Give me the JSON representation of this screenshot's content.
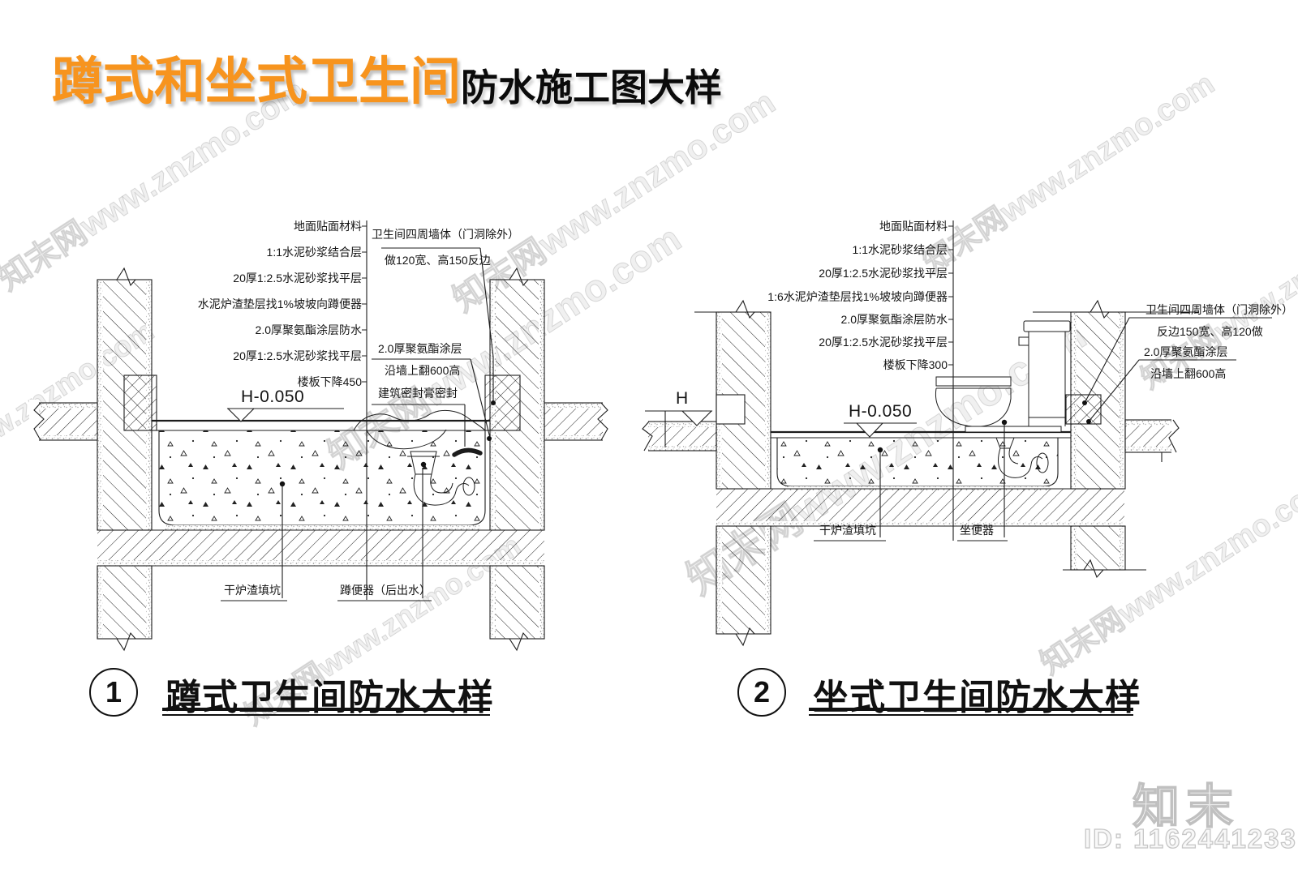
{
  "title": {
    "highlight": "蹲式和坐式卫生间",
    "rest": "防水施工图大样",
    "highlight_color": "#F7941E"
  },
  "watermark": {
    "text": "知末网www.znzmo.com",
    "logo": "知末",
    "id_label": "ID: 1162441233"
  },
  "details": {
    "left": {
      "number": "1",
      "caption": "蹲式卫生间防水大样",
      "layers": [
        "地面贴面材料",
        "1:1水泥砂浆结合层",
        "20厚1:2.5水泥砂浆找平层",
        "水泥炉渣垫层找1%坡坡向蹲便器",
        "2.0厚聚氨酯涂层防水",
        "20厚1:2.5水泥砂浆找平层",
        "楼板下降450"
      ],
      "wall_note1": "卫生间四周墙体（门洞除外）",
      "wall_note2": "做120宽、高150反边",
      "coat_note1": "2.0厚聚氨酯涂层",
      "coat_note2": "沿墙上翻600高",
      "seal_note": "建筑密封膏密封",
      "elevation": "H-0.050",
      "pit_label": "干炉渣填坑",
      "fixture_label": "蹲便器（后出水）"
    },
    "right": {
      "number": "2",
      "caption": "坐式卫生间防水大样",
      "layers": [
        "地面贴面材料",
        "1:1水泥砂浆结合层",
        "20厚1:2.5水泥砂浆找平层",
        "1:6水泥炉渣垫层找1%坡坡向蹲便器",
        "2.0厚聚氨酯涂层防水",
        "20厚1:2.5水泥砂浆找平层",
        "楼板下降300"
      ],
      "wall_note1": "卫生间四周墙体（门洞除外）",
      "wall_note2": "反边150宽、高120做",
      "coat_note1": "2.0厚聚氨酯涂层",
      "coat_note2": "沿墙上翻600高",
      "elevation_ref": "H",
      "elevation": "H-0.050",
      "pit_label": "干炉渣填坑",
      "fixture_label": "坐便器"
    }
  }
}
